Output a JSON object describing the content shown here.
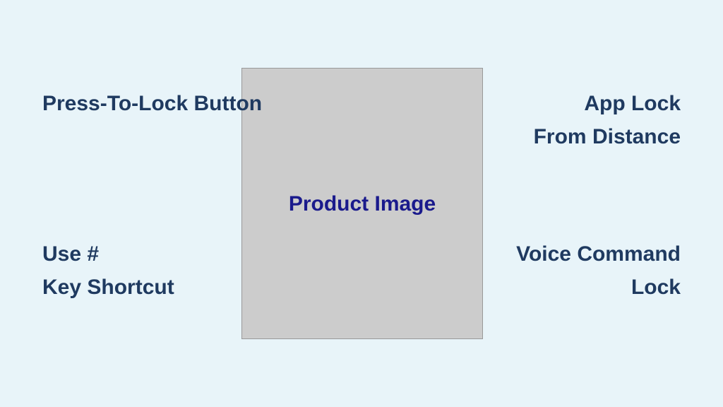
{
  "product_image": {
    "label": "Product Image"
  },
  "features": {
    "top_left": [
      "Press-To-Lock Button"
    ],
    "top_right": [
      "App Lock",
      "From Distance"
    ],
    "bottom_left": [
      "Use #",
      "Key Shortcut"
    ],
    "bottom_right": [
      "Voice Command",
      "Lock"
    ]
  }
}
